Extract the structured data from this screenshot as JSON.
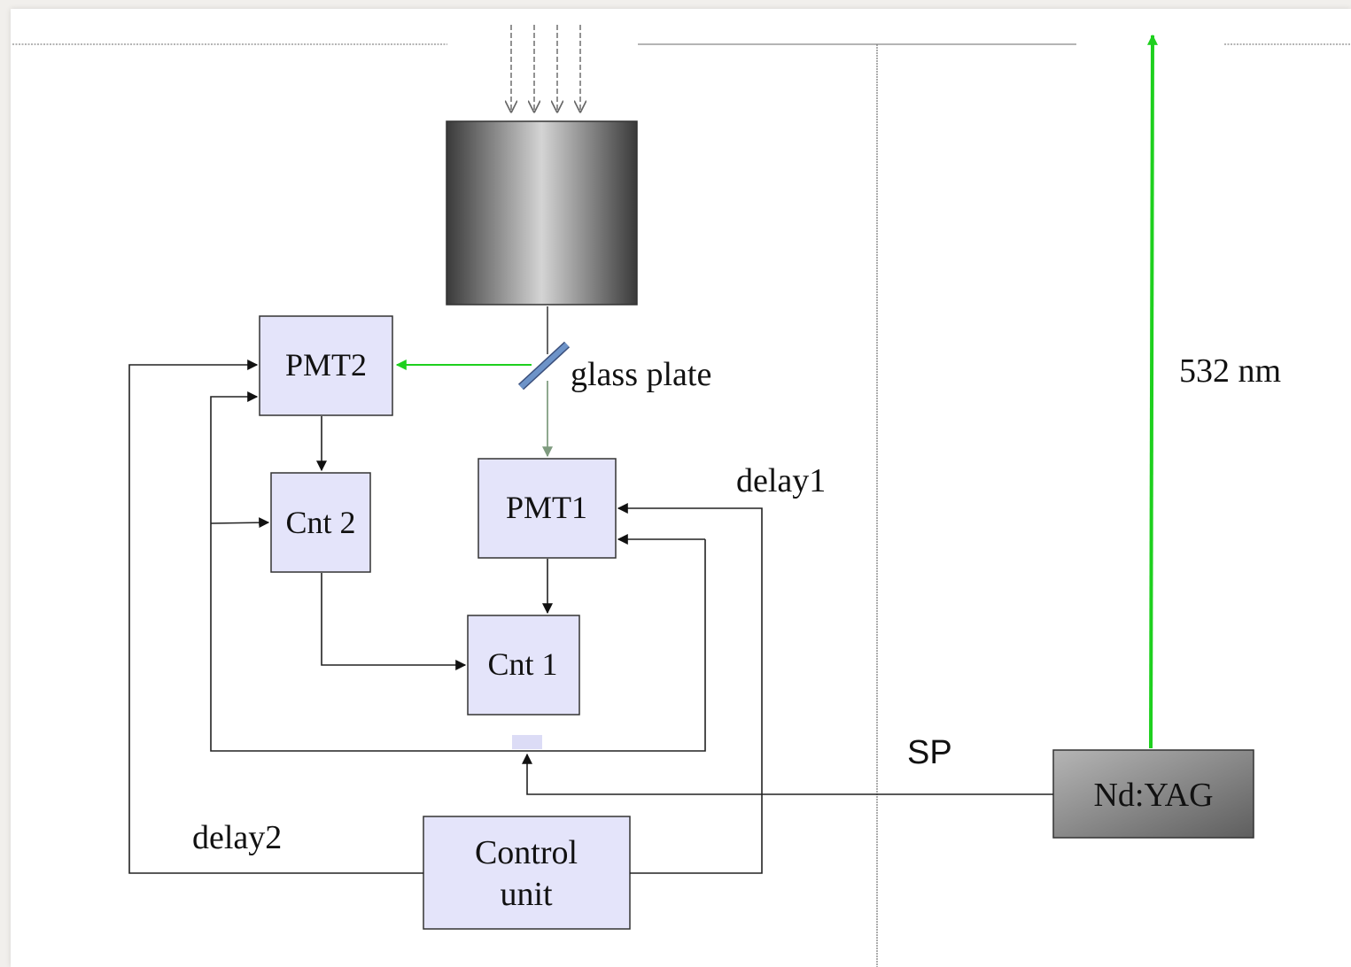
{
  "diagram": {
    "boxes": {
      "pmt2": {
        "label": "PMT2"
      },
      "pmt1": {
        "label": "PMT1"
      },
      "cnt2": {
        "label": "Cnt 2"
      },
      "cnt1": {
        "label": "Cnt 1"
      },
      "control_unit": {
        "line1": "Control",
        "line2": "unit"
      },
      "laser": {
        "label": "Nd:YAG"
      }
    },
    "labels": {
      "glass_plate": "glass plate",
      "delay1": "delay1",
      "delay2": "delay2",
      "sp": "SP",
      "wavelength": "532 nm"
    },
    "colors": {
      "box_fill": "#e4e4fa",
      "laser_beam": "#1ed01e",
      "wire": "#111111",
      "glass_plate": "#5a7fb0"
    }
  }
}
